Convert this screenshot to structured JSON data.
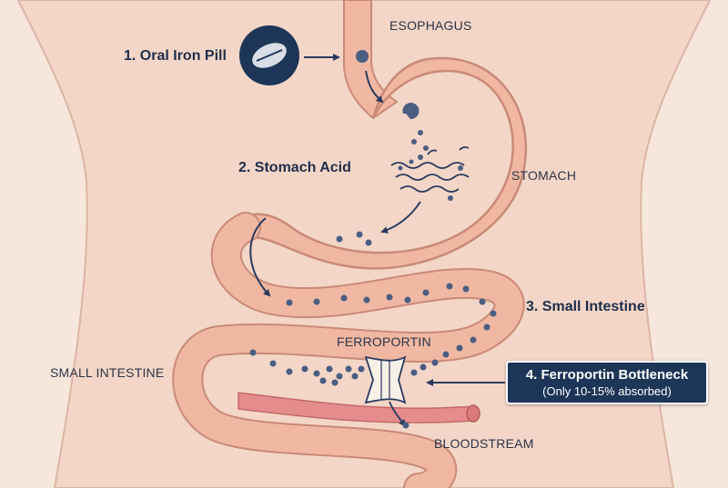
{
  "labels": {
    "esophagus": "ESOPHAGUS",
    "stomach": "STOMACH",
    "small_intestine": "SMALL INTESTINE",
    "ferroportin": "FERROPORTIN",
    "bloodstream": "BLOODSTREAM"
  },
  "steps": {
    "oral_iron_pill": "1. Oral Iron Pill",
    "stomach_acid": "2. Stomach Acid",
    "small_intestine": "3. Small Intestine",
    "ferroportin_bottleneck": "4. Ferroportin Bottleneck",
    "absorbed_note": "(Only 10-15% absorbed)"
  },
  "colors": {
    "background": "#f7e6dc",
    "body": "#f2d5c6",
    "body_edge": "#d9b3a2",
    "organ_fill": "#f0b8a2",
    "organ_edge": "#c98a78",
    "iron_particle": "#4a5d82",
    "navy": "#1d3557",
    "blood_vessel": "#e58c8c"
  }
}
